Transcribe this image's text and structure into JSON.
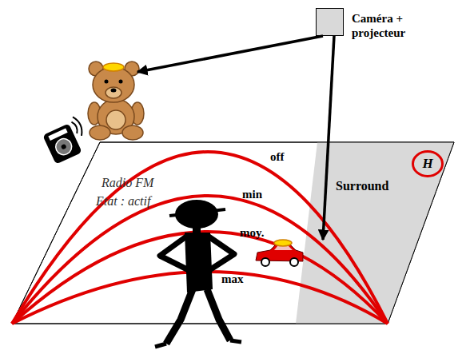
{
  "diagram": {
    "nodes": [
      {
        "text": [
          "Caméra + projecteur"
        ]
      },
      {
        "text": [
          "Surround"
        ]
      },
      {
        "text": [
          "H"
        ],
        "in": 1
      }
    ],
    "labels": [
      "Radio FM",
      "Etat : actif",
      "off",
      "min",
      "moy.",
      "max"
    ]
  }
}
